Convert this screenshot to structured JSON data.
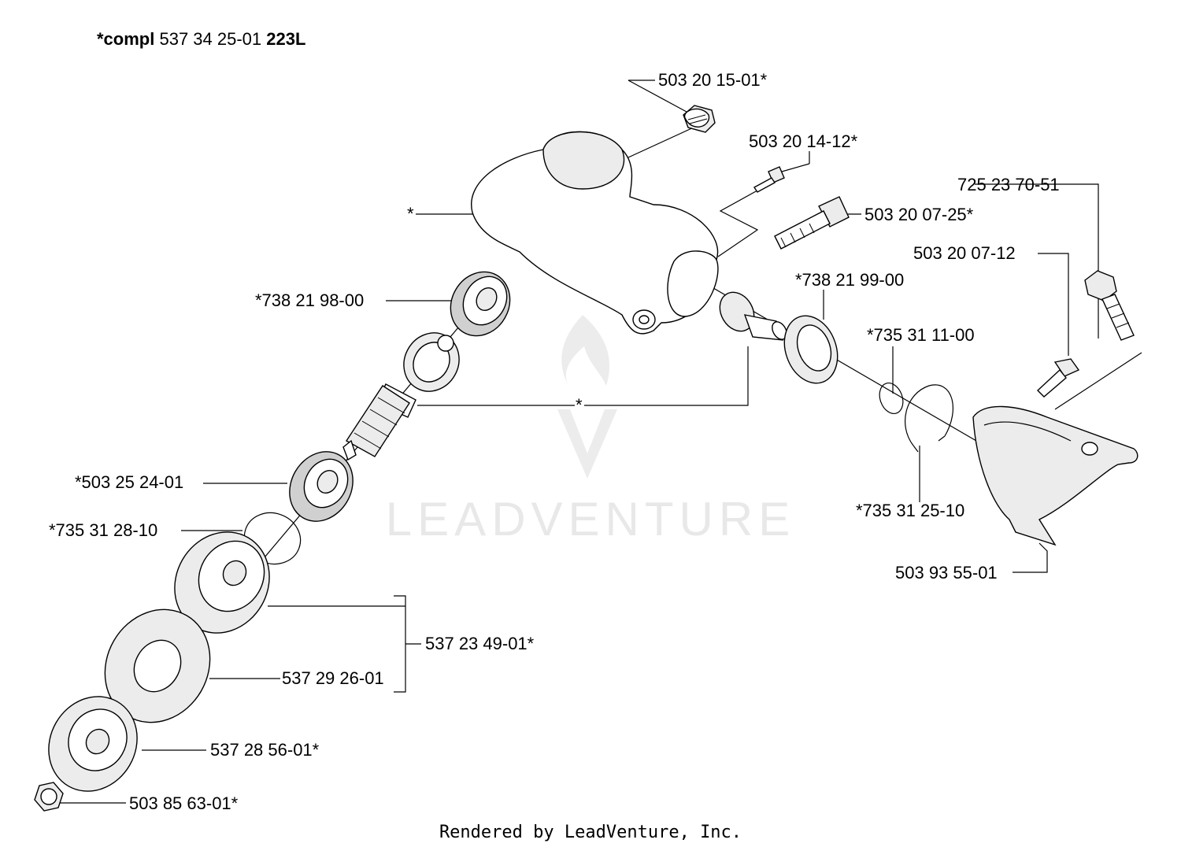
{
  "title": {
    "prefix": "*compl",
    "number": " 537 34 25-01 ",
    "model": "223L"
  },
  "watermark": "LEADVENTURE",
  "footer": "Rendered by LeadVenture, Inc.",
  "accent": "#000000",
  "parts": {
    "plug": "503 20 15-01*",
    "screw_small": "503 20 14-12*",
    "screw_long": "503 20 07-25*",
    "bolt_hex": "725 23 70-51",
    "screw_guard": "503 20 07-12",
    "housing": "*",
    "bearing_upper": "*738 21 98-00",
    "bearing_pinion": "*738 21 99-00",
    "circlip_small": "*735 31 11-00",
    "gear_set": "*",
    "bearing_lower": "*503 25 24-01",
    "circlip_outer": "*735 31 25-10",
    "circlip_lower": "*735 31 28-10",
    "guard": "503 93 55-01",
    "flange_kit": "537 23 49-01*",
    "disc": "537 29 26-01",
    "washer": "537 28 56-01*",
    "nut": "503 85 63-01*"
  }
}
